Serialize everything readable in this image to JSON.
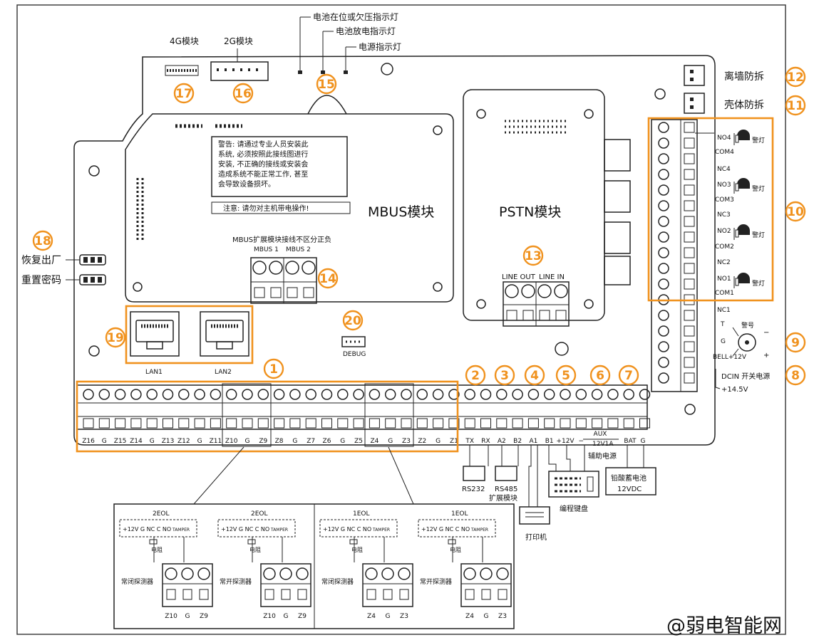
{
  "top_labels": {
    "battery_present": "电池在位或欠压指示灯",
    "battery_discharge": "电池放电指示灯",
    "power_indicator": "电源指示灯"
  },
  "modules": {
    "m4g": "4G模块",
    "m2g": "2G模块",
    "mbus": "MBUS模块",
    "pstn": "PSTN模块"
  },
  "warning": {
    "line1": "警告: 请通过专业人员安装此",
    "line2": "系统, 必须按照此接线图进行",
    "line3": "安装, 不正确的接线或安装会",
    "line4": "造成系统不能正常工作, 甚至",
    "line5": "会导致设备损坏。",
    "note": "注意: 请勿对主机带电操作!"
  },
  "mbus_ext": {
    "title": "MBUS扩展模块接线不区分正负",
    "mbus1": "MBUS 1",
    "mbus2": "MBUS 2"
  },
  "pstn_lines": {
    "out": "LINE OUT",
    "in": "LINE IN"
  },
  "side_labels": {
    "restore": "恢复出厂",
    "reset_pwd": "重置密码",
    "wall_tamper": "离墙防拆",
    "case_tamper": "壳体防拆",
    "debug": "DEBUG",
    "lan1": "LAN1",
    "lan2": "LAN2"
  },
  "relay": {
    "no4": "NO4",
    "com4": "COM4",
    "nc4": "NC4",
    "no3": "NO3",
    "com3": "COM3",
    "nc3": "NC3",
    "no2": "NO2",
    "com2": "COM2",
    "nc2": "NC2",
    "no1": "NO1",
    "com1": "COM1",
    "nc1": "NC1",
    "lamp": "警灯",
    "t": "T",
    "g": "G",
    "bell": "BELL+12V",
    "siren": "警号",
    "minus": "−",
    "plus": "+",
    "dcin": "DCIN  开关电源",
    "v145": "+14.5V"
  },
  "numbers": [
    "1",
    "2",
    "3",
    "4",
    "5",
    "6",
    "7",
    "8",
    "9",
    "10",
    "11",
    "12",
    "13",
    "14",
    "15",
    "16",
    "17",
    "18",
    "19",
    "20"
  ],
  "terminals": [
    "Z16",
    "G",
    "Z15",
    "Z14",
    "G",
    "Z13",
    "Z12",
    "G",
    "Z11",
    "Z10",
    "G",
    "Z9",
    "Z8",
    "G",
    "Z7",
    "Z6",
    "G",
    "Z5",
    "Z4",
    "G",
    "Z3",
    "Z2",
    "G",
    "Z1",
    "TX",
    "RX",
    "A2",
    "B2",
    "A1",
    "B1",
    "+12V",
    "−",
    "AUX",
    "BAT",
    "G"
  ],
  "aux_current": "12V1A",
  "devices": {
    "rs232": "RS232",
    "rs485": "RS485",
    "expansion": "扩展模块",
    "aux_power": "辅助电源",
    "keypad": "编程键盘",
    "printer": "打印机",
    "battery1": "铅酸蓄电池",
    "battery2": "12VDC"
  },
  "detectors": [
    {
      "title": "2EOL",
      "pins": "+12V G NC C NO",
      "tamper": "TAMPER",
      "resistor": "电阻",
      "name": "常闭探测器",
      "t1": "Z10",
      "t2": "G",
      "t3": "Z9"
    },
    {
      "title": "2EOL",
      "pins": "+12V G NC C NO",
      "tamper": "TAMPER",
      "resistor": "电阻",
      "name": "常开探测器",
      "t1": "Z10",
      "t2": "G",
      "t3": "Z9"
    },
    {
      "title": "1EOL",
      "pins": "+12V G NC C NO",
      "tamper": "TAMPER",
      "resistor": "电阻",
      "name": "常闭探测器",
      "t1": "Z4",
      "t2": "G",
      "t3": "Z3"
    },
    {
      "title": "1EOL",
      "pins": "+12V G NC C NO",
      "tamper": "TAMPER",
      "resistor": "电阻",
      "name": "常开探测器",
      "t1": "Z4",
      "t2": "G",
      "t3": "Z3"
    }
  ],
  "watermark": "@弱电智能网"
}
